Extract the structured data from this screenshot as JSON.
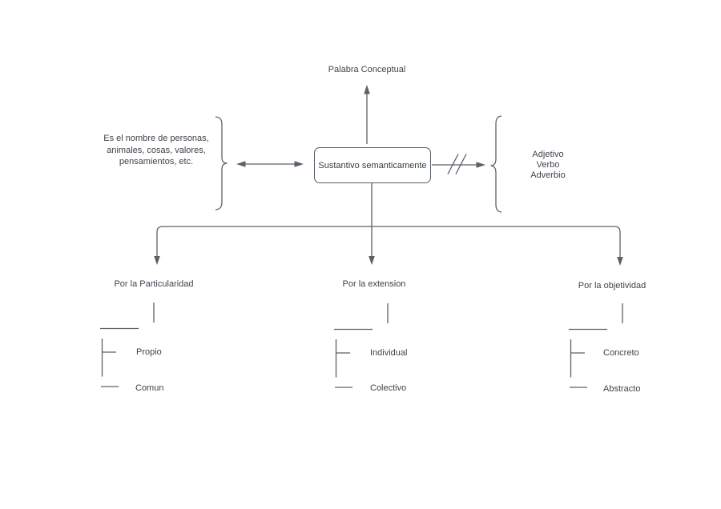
{
  "diagram": {
    "top_label": "Palabra Conceptual",
    "center_box_label": "Sustantivo semanticamente",
    "left_note_lines": [
      "Es el nombre de personas,",
      "animales, cosas, valores,",
      "pensamientos, etc."
    ],
    "right_note_lines": [
      "Adjetivo",
      "Verbo",
      "Adverbio"
    ],
    "branches": [
      {
        "label": "Por la Particularidad",
        "children": [
          "Propio",
          "Comun"
        ]
      },
      {
        "label": "Por la extension",
        "children": [
          "Individual",
          "Colectivo"
        ]
      },
      {
        "label": "Por la objetividad",
        "children": [
          "Concreto",
          "Abstracto"
        ]
      }
    ],
    "colors": {
      "line": "#5b6169",
      "text": "#3d434b",
      "box_border": "#535b66",
      "background": "#ffffff"
    }
  }
}
